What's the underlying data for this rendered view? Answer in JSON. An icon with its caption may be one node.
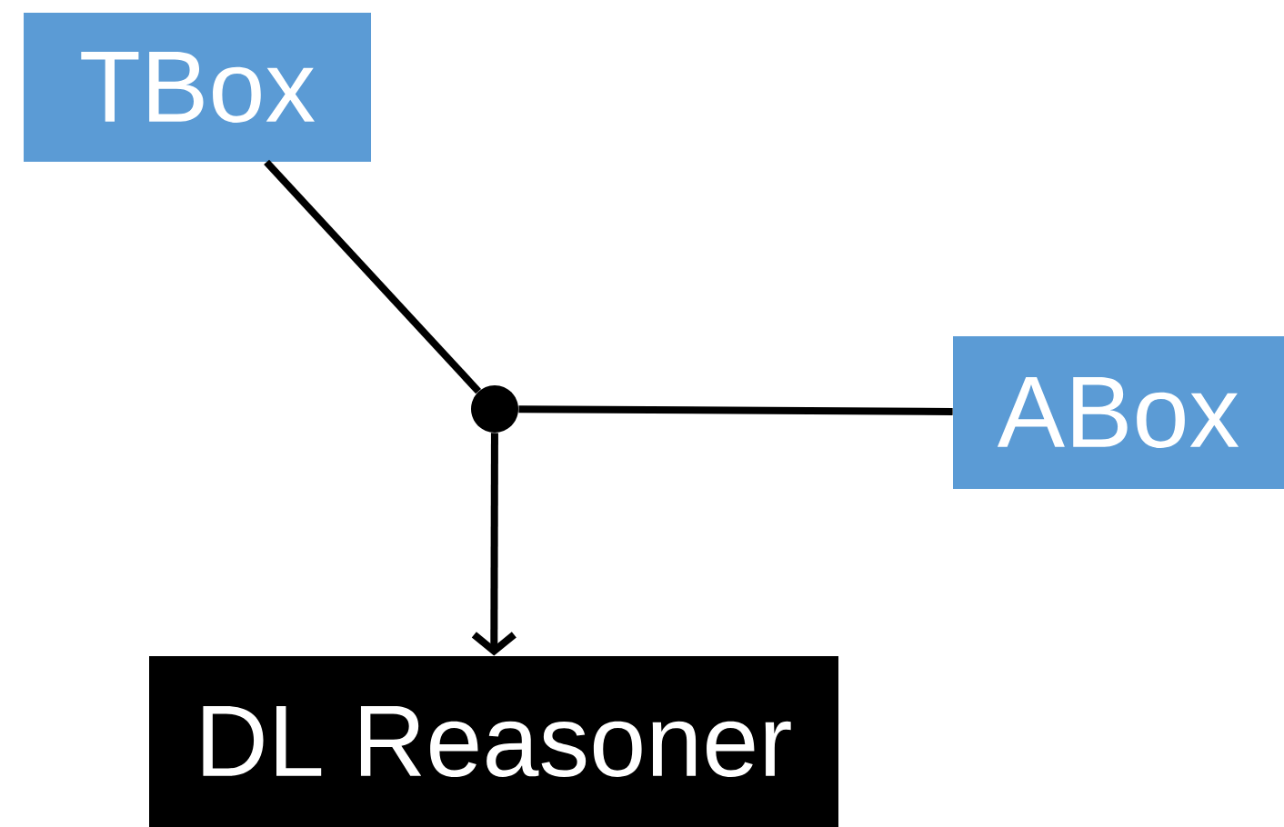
{
  "diagram": {
    "nodes": [
      {
        "text": [
          "TBox"
        ]
      },
      {
        "text": [
          "ABox"
        ]
      },
      {
        "text": [],
        "shape": "circle"
      },
      {
        "text": [
          "DL Reasoner"
        ]
      }
    ],
    "edges": [
      {
        "from": 0,
        "to": 2,
        "arrow": "none"
      },
      {
        "from": 1,
        "to": 2,
        "arrow": "none"
      },
      {
        "from": 2,
        "to": 3,
        "arrow": "to"
      }
    ]
  }
}
